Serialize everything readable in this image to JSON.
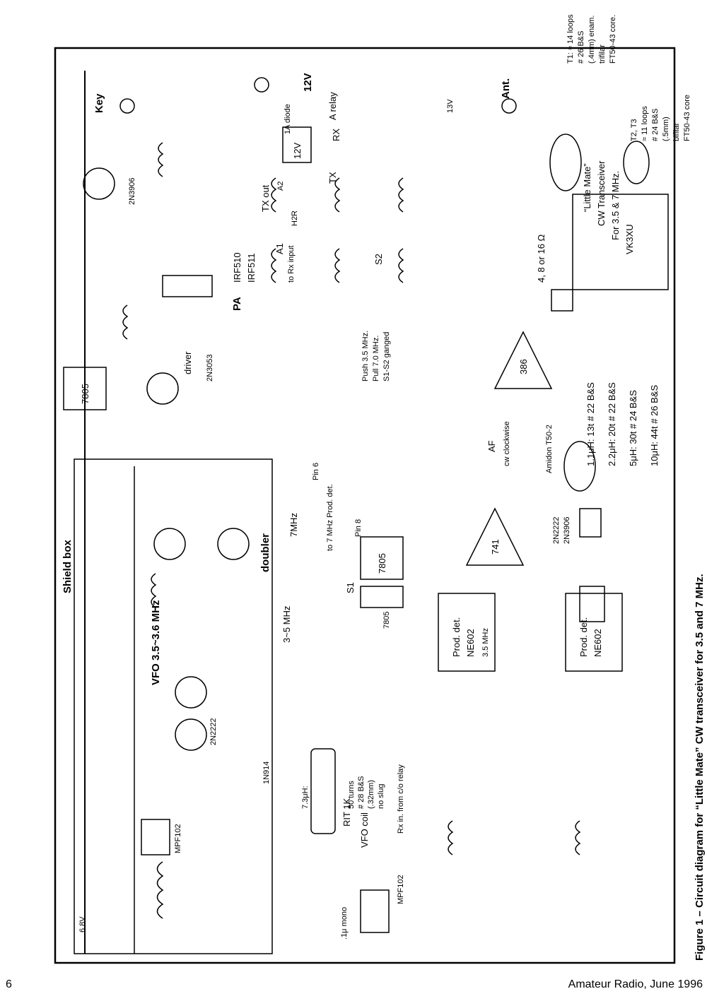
{
  "caption": "Figure 1 – Circuit diagram for “Little Mate” CW transceiver for 3.5 and 7 MHz.",
  "footer": {
    "page_number": "6",
    "publication": "Amateur Radio, June 1996"
  },
  "title_box": [
    "“Little Mate”",
    "CW Transceiver",
    "For 3.5 & 7 MHz.",
    "VK3XU"
  ],
  "winding_notes": {
    "t1": [
      "T1: ≈ 14 loops",
      "# 26 B&S",
      "(.4mm) enam.",
      "trifilar",
      "FT50-43 core."
    ],
    "t2_t3": [
      "T2, T3",
      "≈ 11 loops",
      "# 24 B&S",
      "(.5mm)",
      "bifilar",
      "FT50-43 core"
    ],
    "inductors": [
      "1.1μH: 13t # 22 B&S",
      "2.2μH: 20t # 22 B&S",
      "5μH: 30t # 24 B&S",
      "10μH: 44t # 26 B&S"
    ],
    "core": "Amidon T50-2",
    "vfo_coil": [
      "7.3μH:",
      "50 turns",
      "# 28 B&S",
      "(.32mm)",
      "no slug"
    ],
    "vfo_coil_label": "VFO coil"
  },
  "switch_note": [
    "Push 3.5 MHz.",
    "Pull 7.0 MHz.",
    "S1-S2 ganged"
  ],
  "labels": {
    "shield_box": "Shield box",
    "vfo": "VFO 3.5~3.6 MHz",
    "doubler": "doubler",
    "driver": "driver",
    "pa": "PA",
    "irf": [
      "IRF510",
      "IRF511"
    ],
    "key": "Key",
    "ant": "Ant.",
    "supply": "12V",
    "relay": "A relay",
    "relay_v": "12V",
    "tx": "TX",
    "rx": "RX",
    "tx_out": "TX out",
    "h2r": "H2R",
    "a1": "A1",
    "a2": "A2",
    "to_rx_input": "to Rx input",
    "rx_in": "Rx in. from c/o relay",
    "rit": "RIT 1K",
    "prod_det": "Prod. det.",
    "ne602": "NE602",
    "mhz35": "3.5 MHz",
    "to_7mhz": "to 7 MHz Prod. det.",
    "pin6": "Pin 6",
    "pin8": "Pin 8",
    "af": "AF",
    "cw": "cw clockwise",
    "ic741": "741",
    "ic386": "386",
    "reg1": "7805",
    "reg2": "7805",
    "reg3": "7805",
    "speaker": "4, 8 or 16 Ω",
    "trans_types": [
      "2N2222",
      "2N3906"
    ],
    "mpf102": "MPF102",
    "mono": ".1μ mono",
    "mhz7": "7MHz",
    "mhz35b": "3~5 MHz",
    "diode": "1N914",
    "diode2": "1A diode",
    "zener": "6.8V",
    "v13": "13V",
    "q2n3906": "2N3906",
    "q2n2222": "2N2222",
    "q2n3053": "2N3053",
    "s1": "S1",
    "s2": "S2"
  }
}
